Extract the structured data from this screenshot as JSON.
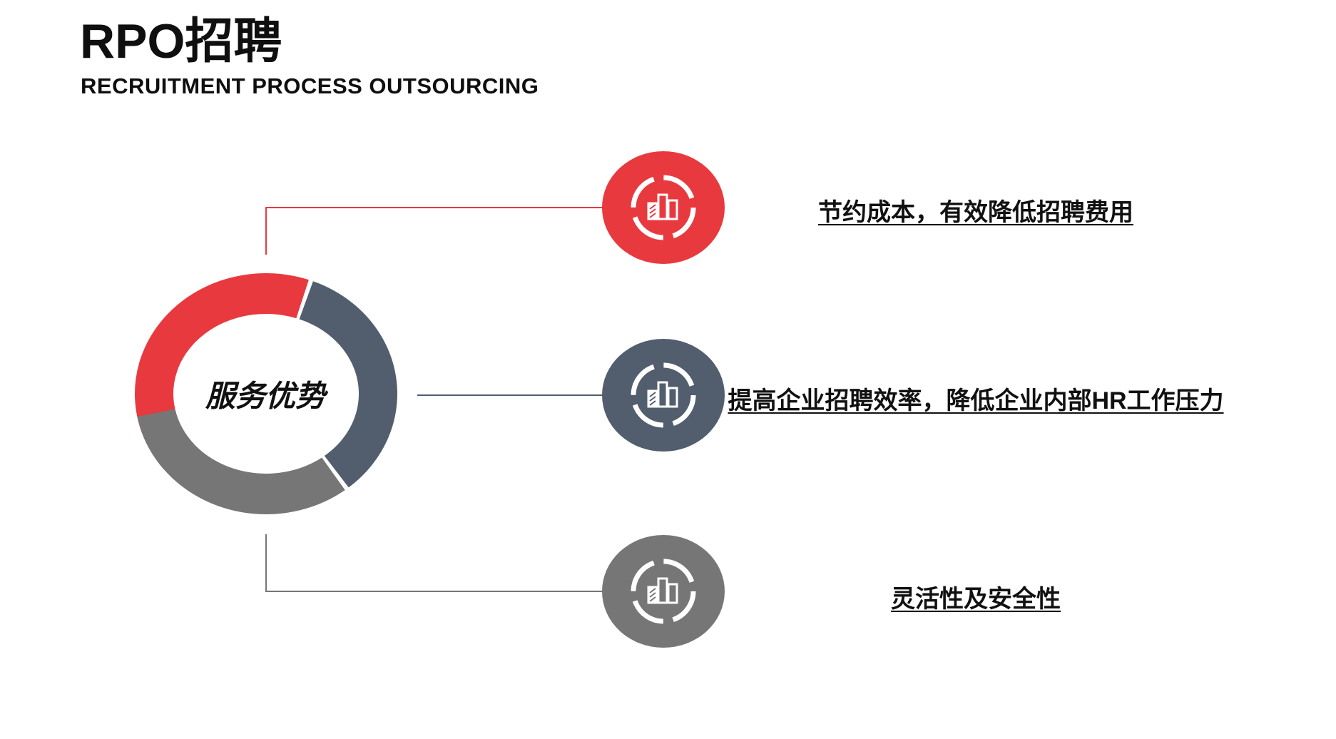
{
  "header": {
    "title": "RPO招聘",
    "subtitle": "RECRUITMENT PROCESS OUTSOURCING"
  },
  "ring": {
    "center_label": "服务优势",
    "segments": [
      {
        "name": "red-segment",
        "color": "#e8393f"
      },
      {
        "name": "slate-segment",
        "color": "#525e6d"
      },
      {
        "name": "gray-segment",
        "color": "#767676"
      }
    ]
  },
  "items": [
    {
      "text": "节约成本，有效降低招聘费用",
      "icon": "bar-chart-icon",
      "color": "#e8393f"
    },
    {
      "text": "提高企业招聘效率，降低企业内部HR工作压力",
      "icon": "bar-chart-icon",
      "color": "#525e6d"
    },
    {
      "text": "灵活性及安全性",
      "icon": "bar-chart-icon",
      "color": "#767676"
    }
  ]
}
